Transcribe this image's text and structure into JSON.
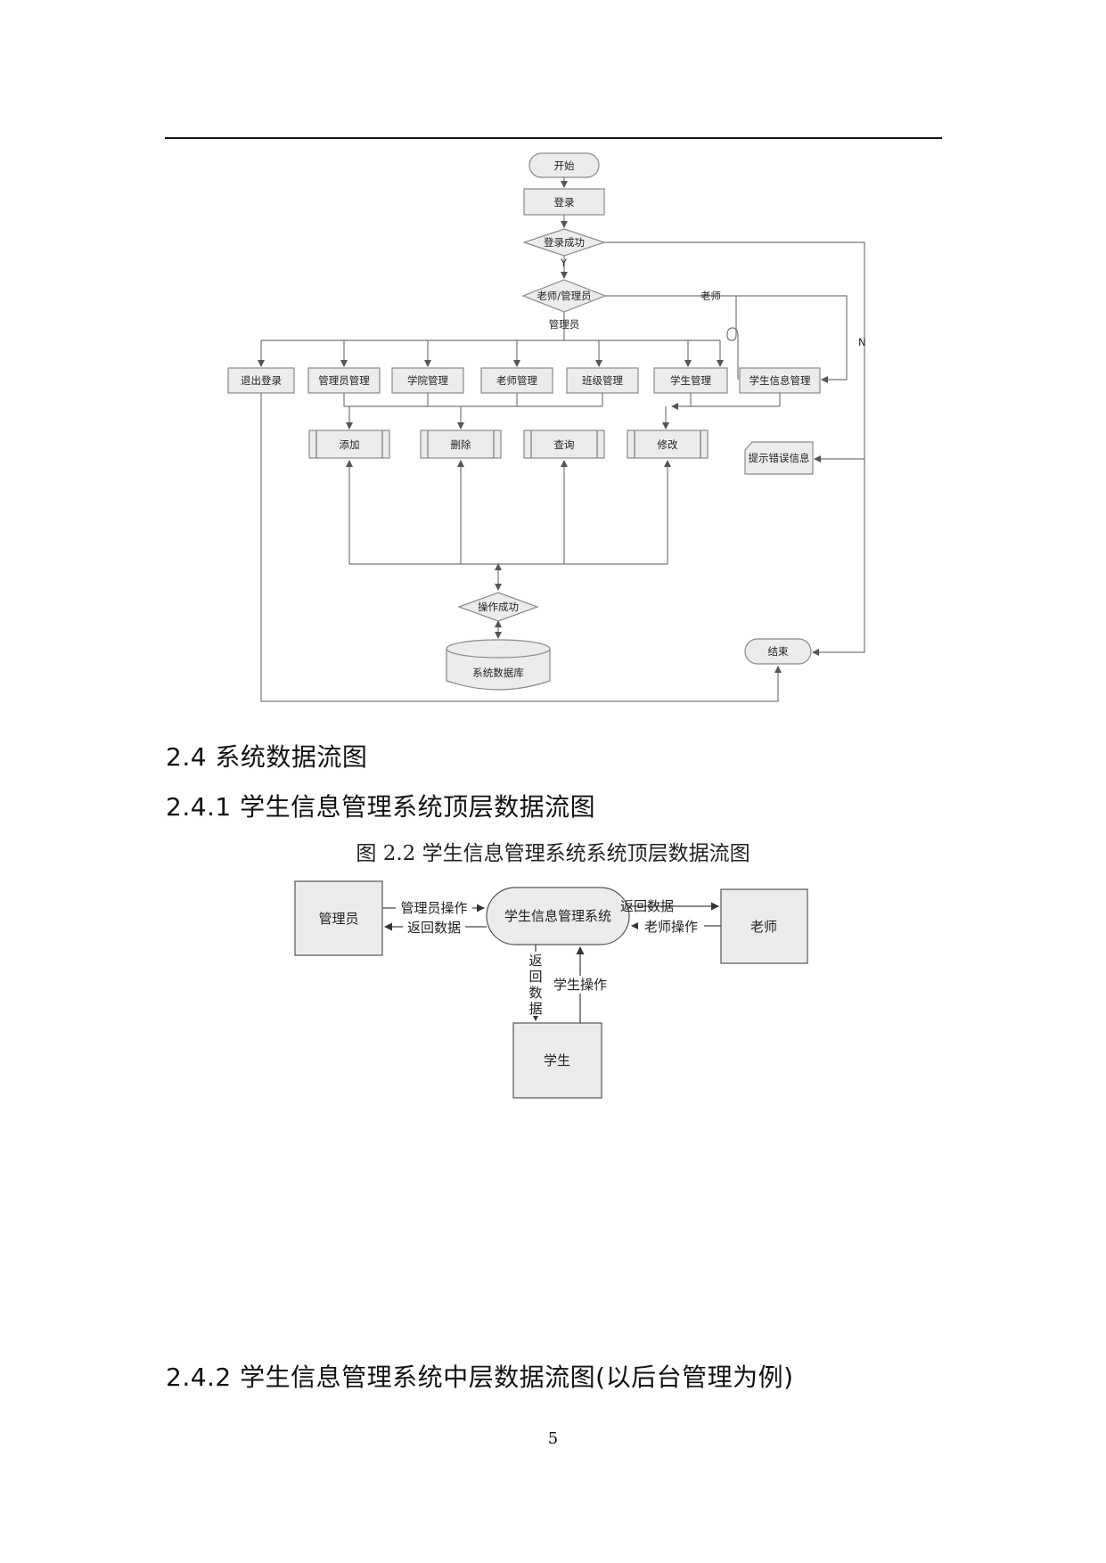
{
  "flowchart": {
    "start": "开始",
    "login": "登录",
    "login_success": "登录成功",
    "yes_label": "Y",
    "no_label": "N",
    "role_decision": "老师/管理员",
    "teacher_label": "老师",
    "admin_label": "管理员",
    "modules": [
      "退出登录",
      "管理员管理",
      "学院管理",
      "老师管理",
      "班级管理",
      "学生管理",
      "学生信息管理"
    ],
    "operations": [
      "添加",
      "删除",
      "查询",
      "修改"
    ],
    "error_message": "提示错误信息",
    "op_success": "操作成功",
    "database": "系统数据库",
    "end": "结束"
  },
  "sections": {
    "s24": "2.4 系统数据流图",
    "s241": "2.4.1 学生信息管理系统顶层数据流图",
    "s242": "2.4.2 学生信息管理系统中层数据流图(以后台管理为例)"
  },
  "figure_caption": "图 2.2 学生信息管理系统系统顶层数据流图",
  "dfd": {
    "admin": "管理员",
    "teacher": "老师",
    "student": "学生",
    "system": "学生信息管理系统",
    "admin_op": "管理员操作",
    "return_data_admin": "返回数据",
    "return_data_teacher": "返回数据",
    "teacher_op": "老师操作",
    "return_data_student_chars": [
      "返",
      "回",
      "数",
      "据"
    ],
    "student_op": "学生操作"
  },
  "page_number": "5"
}
